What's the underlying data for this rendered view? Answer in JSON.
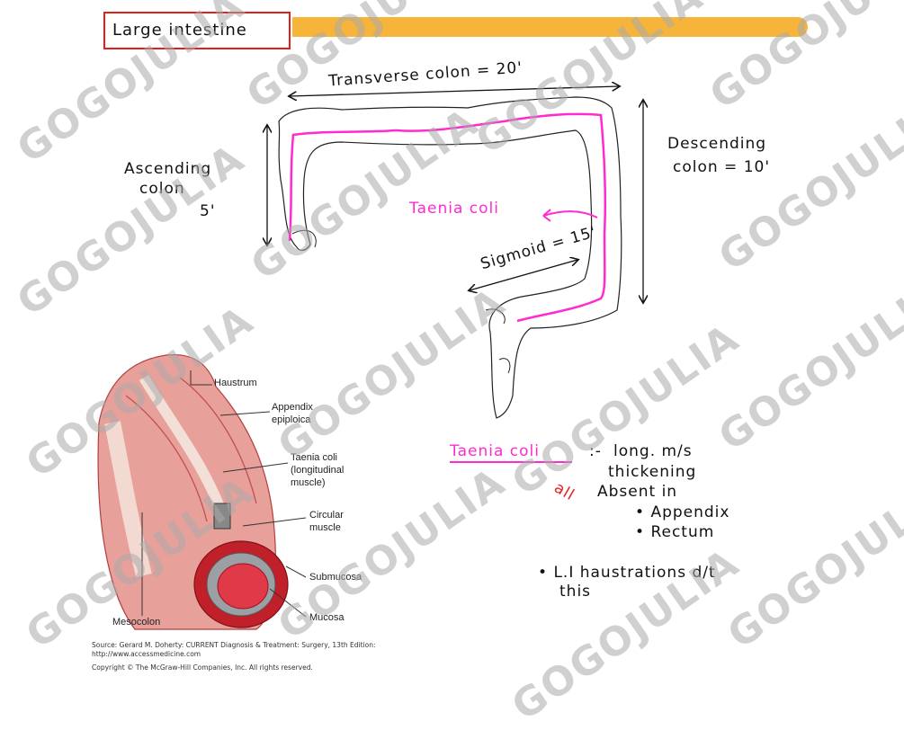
{
  "header": {
    "title": "Large intestine"
  },
  "colon_diagram": {
    "transverse": "Transverse colon = 20'",
    "ascending_line1": "Ascending",
    "ascending_line2": "colon",
    "ascending_length": "5'",
    "descending_line1": "Descending",
    "descending_line2": "colon = 10'",
    "taenia": "Taenia coli",
    "sigmoid": "Sigmoid = 15'"
  },
  "anatomy_figure": {
    "labels": {
      "haustrum": "Haustrum",
      "appendix1": "Appendix",
      "appendix2": "epiploica",
      "taenia1": "Taenia coli",
      "taenia2": "(longitudinal",
      "taenia3": "muscle)",
      "circular1": "Circular",
      "circular2": "muscle",
      "submucosa": "Submucosa",
      "mucosa": "Mucosa",
      "mesocolon": "Mesocolon"
    },
    "source_line1": "Source: Gerard M. Doherty: CURRENT Diagnosis & Treatment: Surgery, 13th Edition:",
    "source_line2": "http://www.accessmedicine.com",
    "copyright": "Copyright © The McGraw-Hill Companies, Inc. All rights reserved."
  },
  "notes": {
    "heading": "Taenia coli",
    "sep": ":-",
    "line1": "long. m/s",
    "line2": "thickening",
    "marker": "all",
    "line3": "Absent in",
    "bullets": [
      "Appendix",
      "Rectum"
    ],
    "li_line1": "L.I haustrations d/t",
    "li_line2": "this"
  },
  "watermark": "GOGOJULIA",
  "colors": {
    "accent_bar": "#f7b43a",
    "title_border": "#e0201a",
    "highlight": "#ff2bd0"
  }
}
